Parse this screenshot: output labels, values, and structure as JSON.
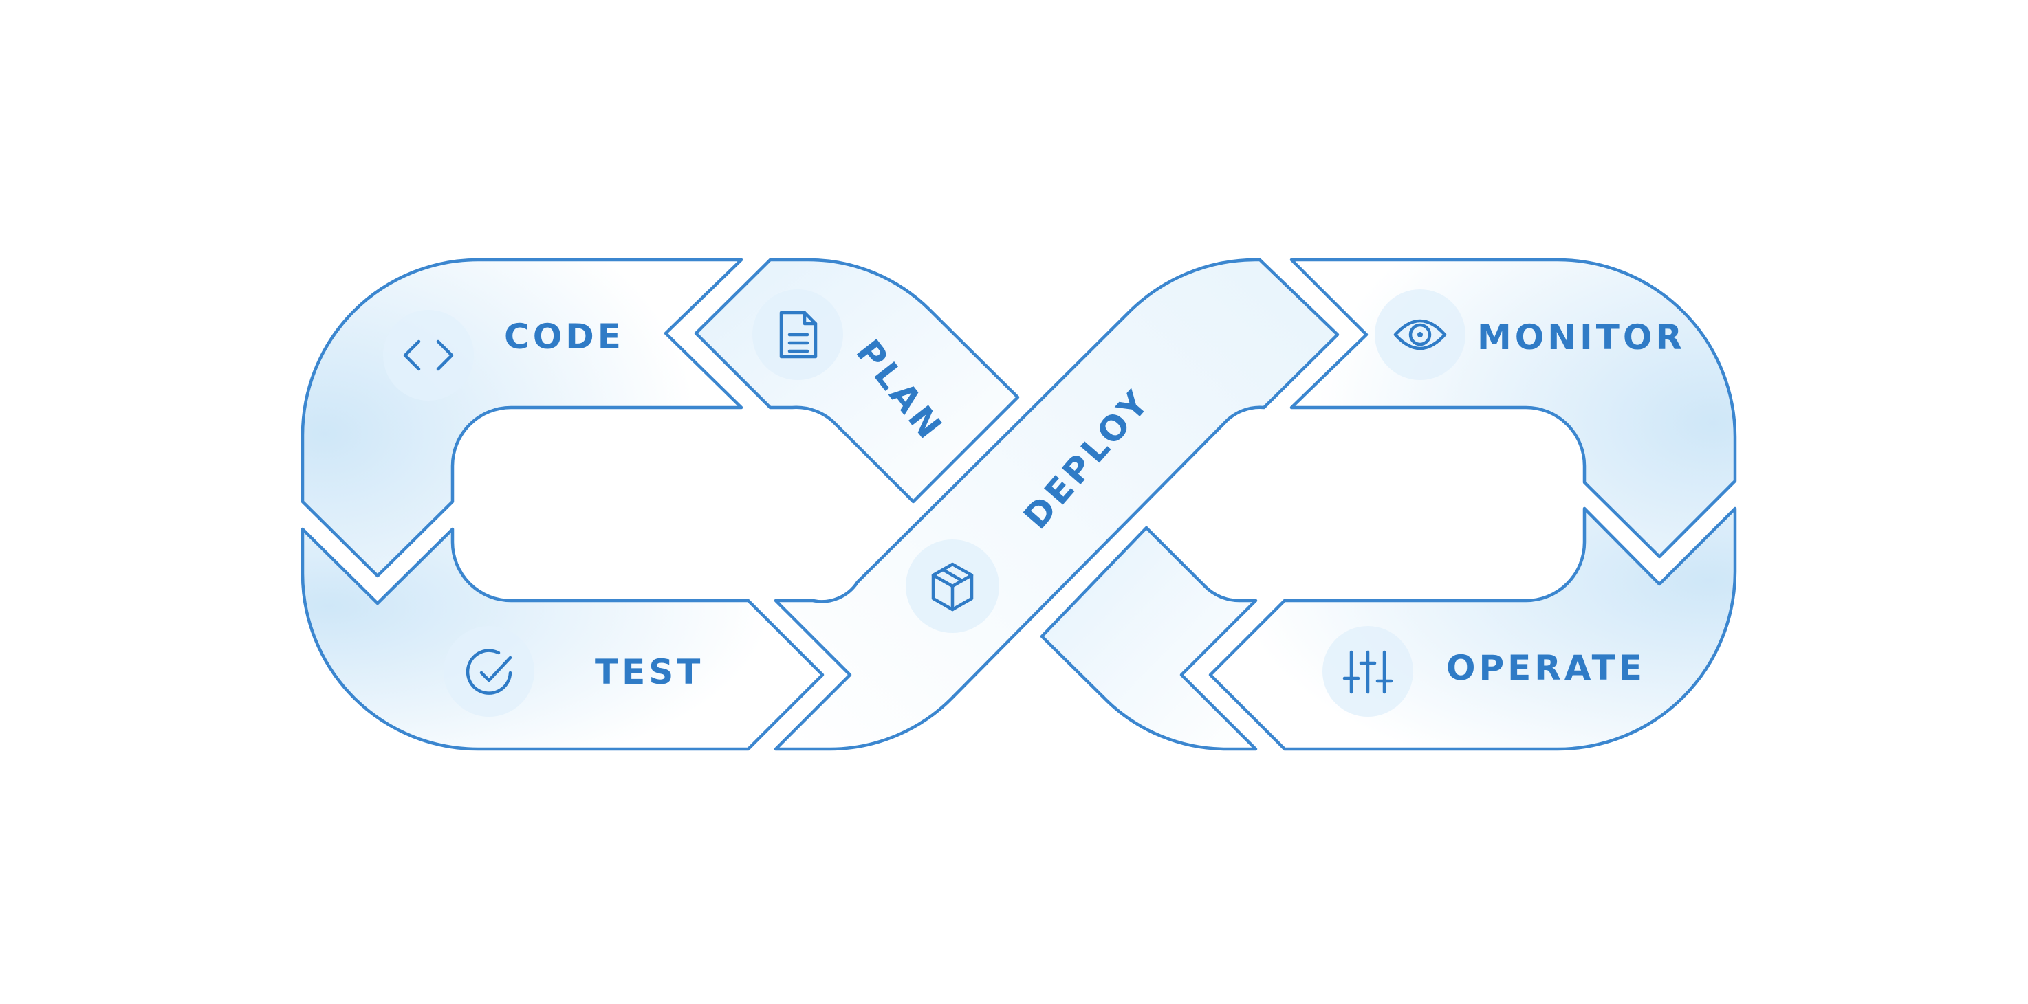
{
  "diagram": {
    "stages": [
      {
        "id": "code",
        "label": "CODE",
        "icon": "code-brackets-icon"
      },
      {
        "id": "plan",
        "label": "PLAN",
        "icon": "document-icon"
      },
      {
        "id": "deploy",
        "label": "DEPLOY",
        "icon": "package-box-icon"
      },
      {
        "id": "monitor",
        "label": "MONITOR",
        "icon": "eye-icon"
      },
      {
        "id": "operate",
        "label": "OPERATE",
        "icon": "sliders-icon"
      },
      {
        "id": "test",
        "label": "TEST",
        "icon": "check-circle-icon"
      }
    ],
    "colors": {
      "outline": "#3b86cf",
      "text": "#2f7bc6",
      "fill_dark": "#cfe7f8",
      "fill_light": "#ffffff",
      "icon_bg": "#e3f1fc"
    }
  }
}
